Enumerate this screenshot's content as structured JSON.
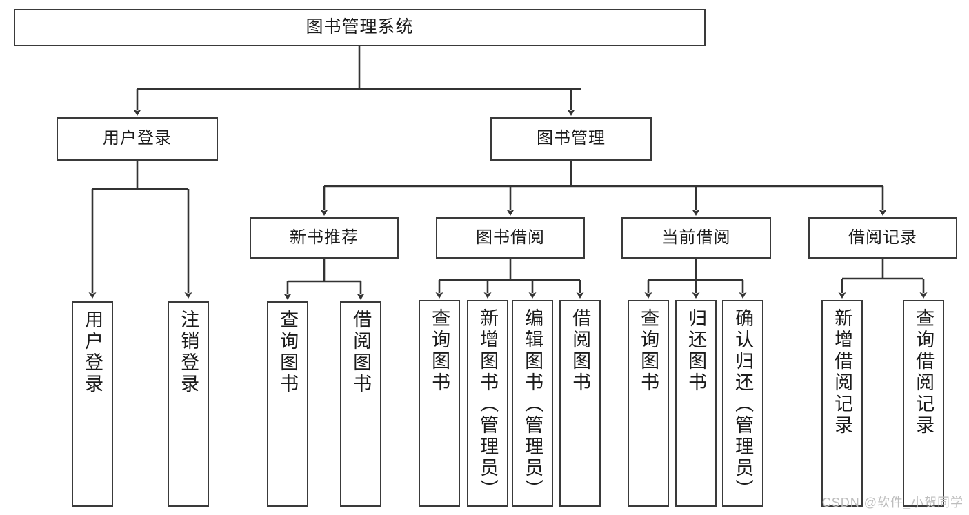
{
  "diagram": {
    "type": "tree-hierarchy",
    "title": "图书管理系统",
    "watermark": "CSDN @软件_小贺同学",
    "colors": {
      "box_border": "#3a3a3a",
      "box_fill": "#ffffff",
      "connector": "#333333",
      "text": "#1b1b1b",
      "watermark": "#bdbdbd"
    },
    "root": {
      "label": "图书管理系统"
    },
    "level1": [
      {
        "label": "用户登录"
      },
      {
        "label": "图书管理"
      }
    ],
    "level2": [
      {
        "label": "新书推荐"
      },
      {
        "label": "图书借阅"
      },
      {
        "label": "当前借阅"
      },
      {
        "label": "借阅记录"
      }
    ],
    "leaves": {
      "user_login": [
        {
          "label": "用户登录"
        },
        {
          "label": "注销登录"
        }
      ],
      "new_book_rec": [
        {
          "label": "查询图书"
        },
        {
          "label": "借阅图书"
        }
      ],
      "book_borrow": [
        {
          "label": "查询图书"
        },
        {
          "label": "新增图书（管理员）"
        },
        {
          "label": "编辑图书（管理员）"
        },
        {
          "label": "借阅图书"
        }
      ],
      "current_borrow": [
        {
          "label": "查询图书"
        },
        {
          "label": "归还图书"
        },
        {
          "label": "确认归还（管理员）"
        }
      ],
      "borrow_record": [
        {
          "label": "新增借阅记录"
        },
        {
          "label": "查询借阅记录"
        }
      ]
    }
  }
}
